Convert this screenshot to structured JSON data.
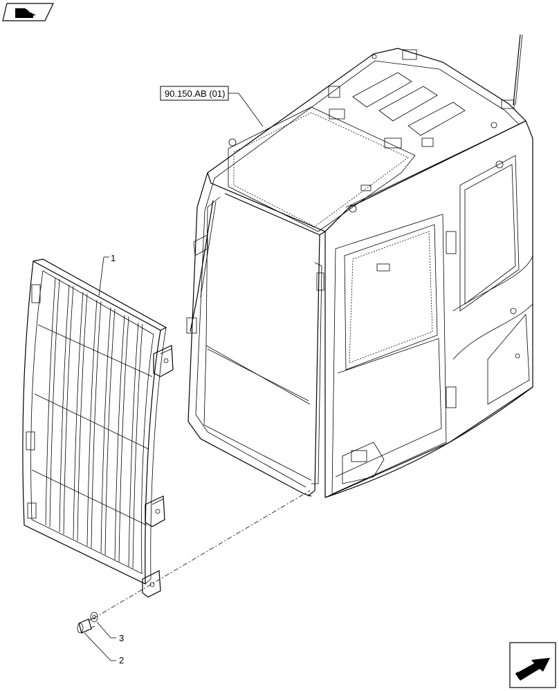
{
  "reference": {
    "label": "90.150.AB (01)"
  },
  "callouts": [
    {
      "number": "1"
    },
    {
      "number": "2"
    },
    {
      "number": "3"
    }
  ],
  "icons": {
    "top_left": "part-indicator-icon",
    "bottom_right": "navigation-arrow-icon"
  },
  "colors": {
    "line": "#000000",
    "background": "#ffffff"
  }
}
